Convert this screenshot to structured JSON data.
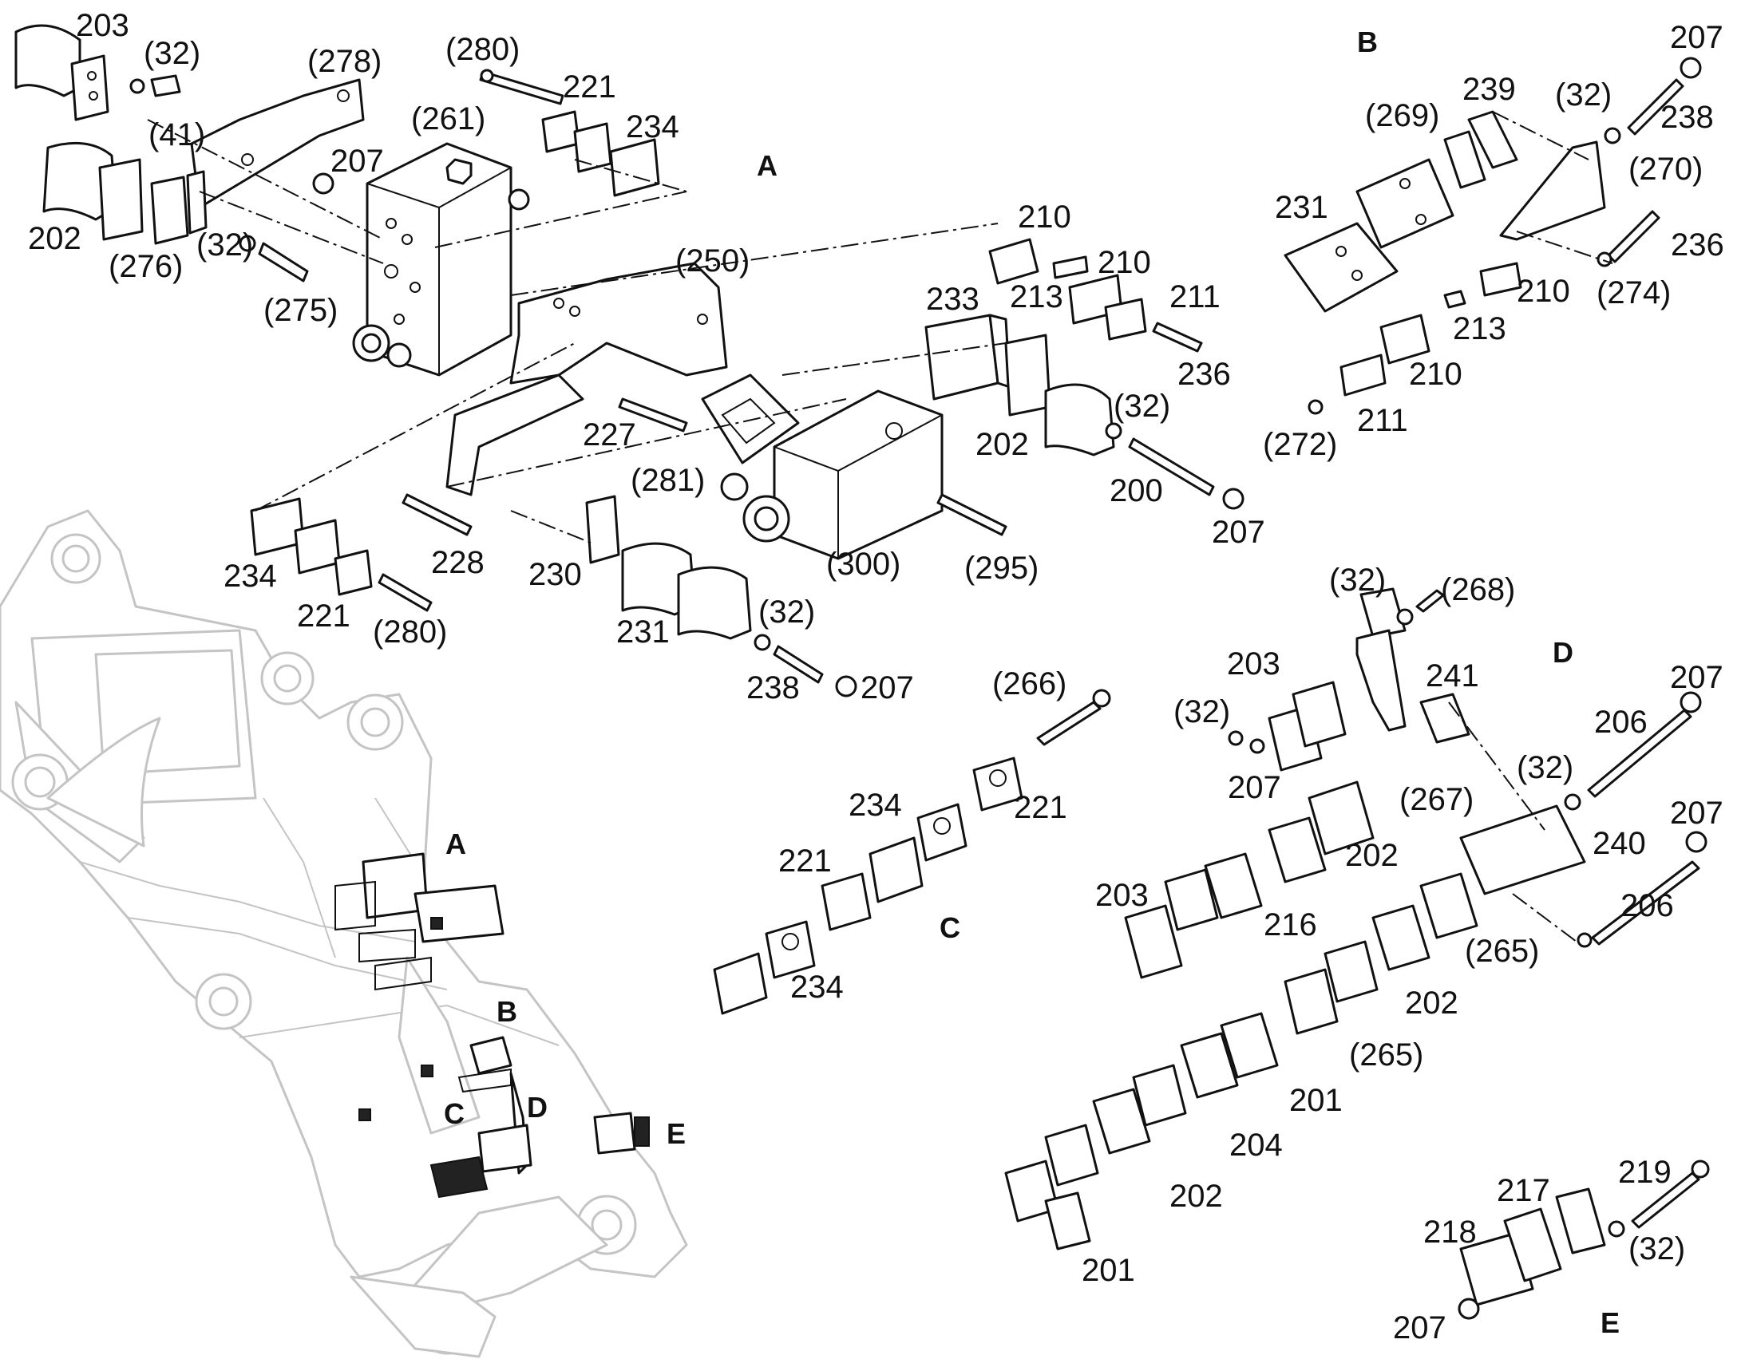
{
  "sections": {
    "A": "A",
    "B": "B",
    "C": "C",
    "D": "D",
    "E": "E"
  },
  "overview_labels": {
    "A": "A",
    "B": "B",
    "C": "C",
    "D": "D",
    "E": "E"
  },
  "callouts_A": [
    "203",
    "(32)",
    "(41)",
    "(278)",
    "(261)",
    "(280)",
    "221",
    "234",
    "207",
    "202",
    "(276)",
    "(32)",
    "(275)",
    "(250)",
    "210",
    "210",
    "213",
    "211",
    "233",
    "236",
    "202",
    "(32)",
    "200",
    "207",
    "227",
    "(281)",
    "(300)",
    "(295)",
    "228",
    "234",
    "221",
    "(280)",
    "230",
    "231",
    "(32)",
    "238",
    "207"
  ],
  "callouts_B": [
    "207",
    "(32)",
    "238",
    "239",
    "(269)",
    "(270)",
    "231",
    "236",
    "210",
    "(274)",
    "213",
    "210",
    "211",
    "(272)"
  ],
  "callouts_C": [
    "(266)",
    "234",
    "221",
    "221",
    "234"
  ],
  "callouts_D": [
    "(32)",
    "(268)",
    "203",
    "241",
    "207",
    "(32)",
    "206",
    "207",
    "(267)",
    "(32)",
    "202",
    "240",
    "207",
    "203",
    "216",
    "206",
    "(265)",
    "202",
    "(265)",
    "201",
    "204",
    "202",
    "201"
  ],
  "callouts_E": [
    "219",
    "217",
    "218",
    "(32)",
    "207"
  ]
}
